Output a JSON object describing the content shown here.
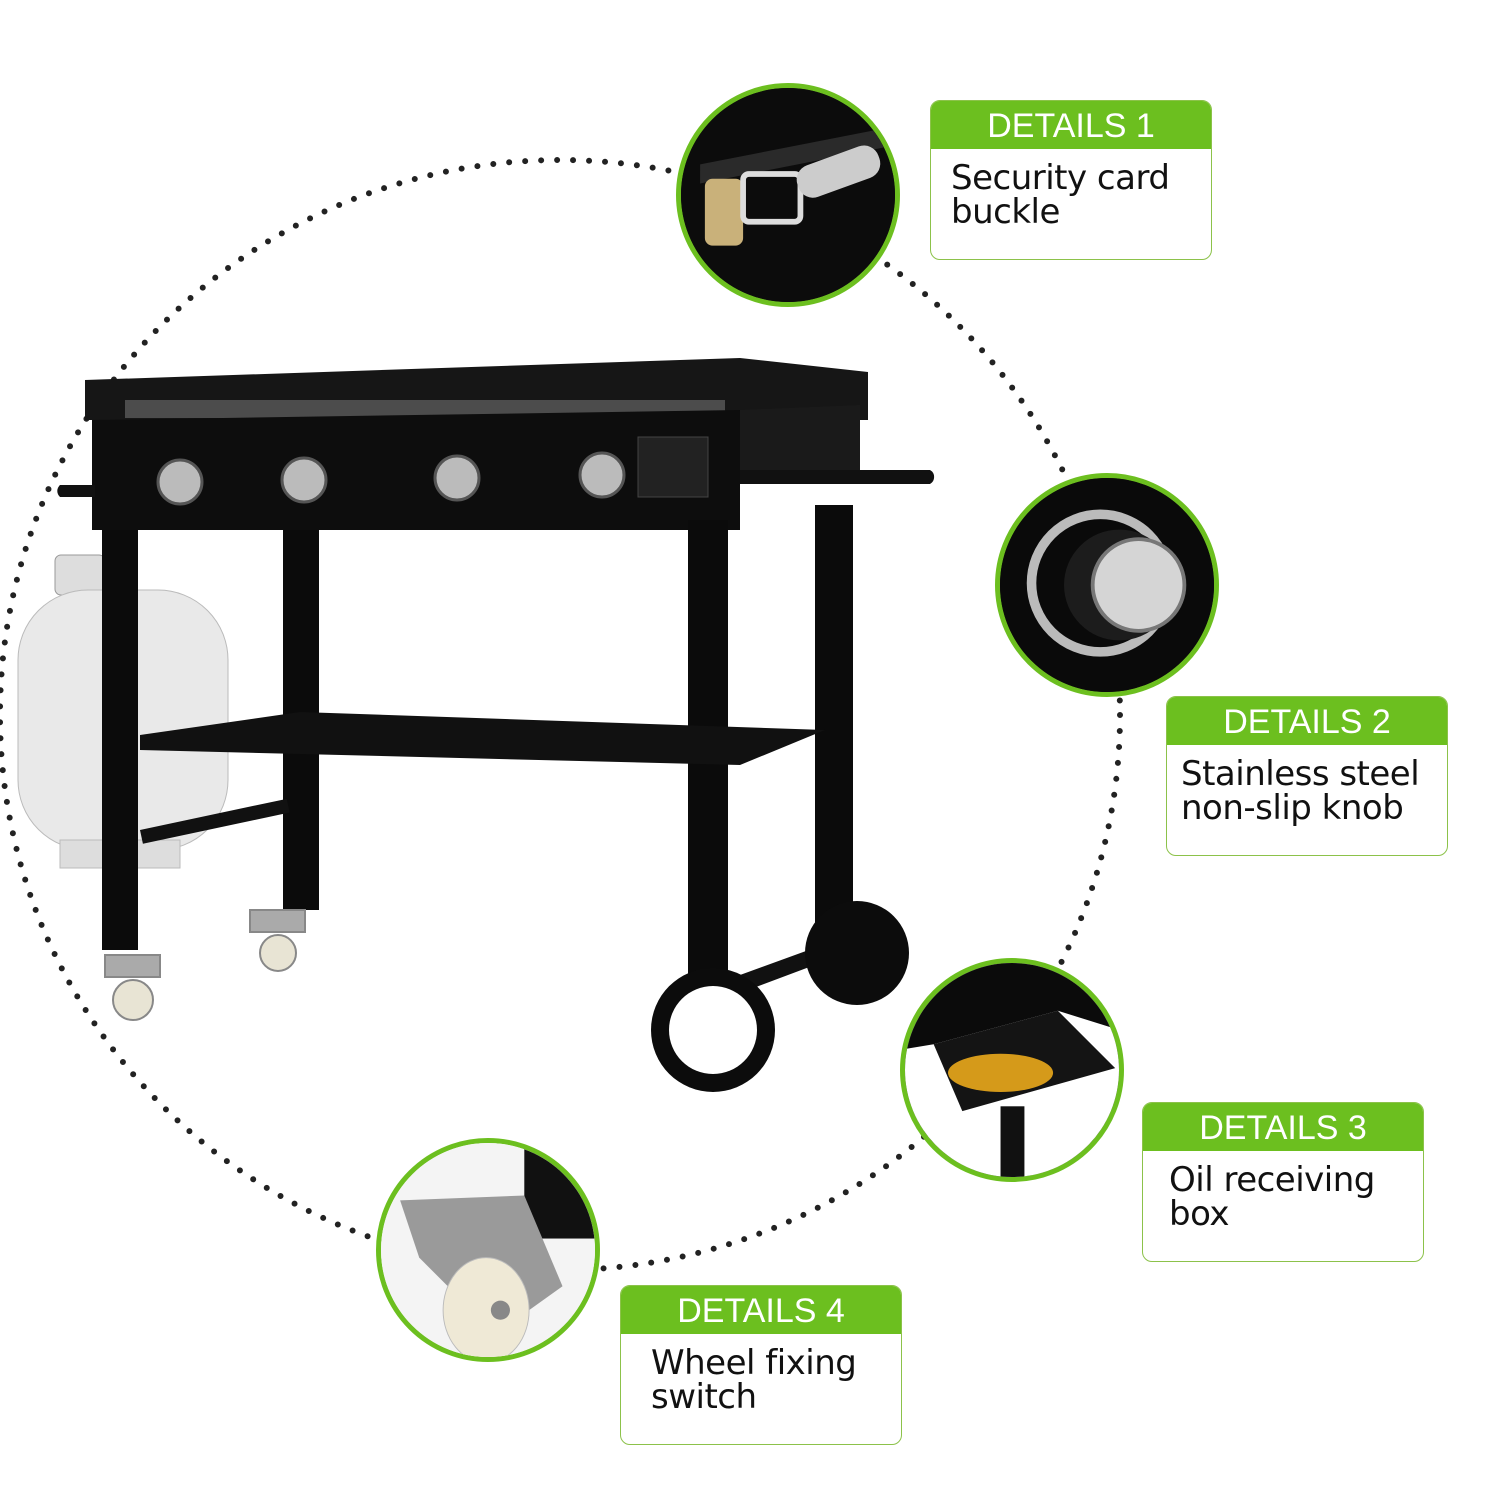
{
  "details": [
    {
      "heading": "DETAILS 1",
      "line1": "Security card",
      "line2": "buckle"
    },
    {
      "heading": "DETAILS 2",
      "line1": "Stainless steel",
      "line2": "non-slip knob"
    },
    {
      "heading": "DETAILS 3",
      "line1": "Oil receiving",
      "line2": "box"
    },
    {
      "heading": "DETAILS 4",
      "line1": "Wheel fixing",
      "line2": "switch"
    }
  ],
  "colors": {
    "accent": "#6cbf1f",
    "border": "#8cc24a",
    "product": "#111111"
  },
  "icons": [
    "buckle-closeup",
    "knob-closeup",
    "oil-box-closeup",
    "caster-wheel-closeup"
  ]
}
